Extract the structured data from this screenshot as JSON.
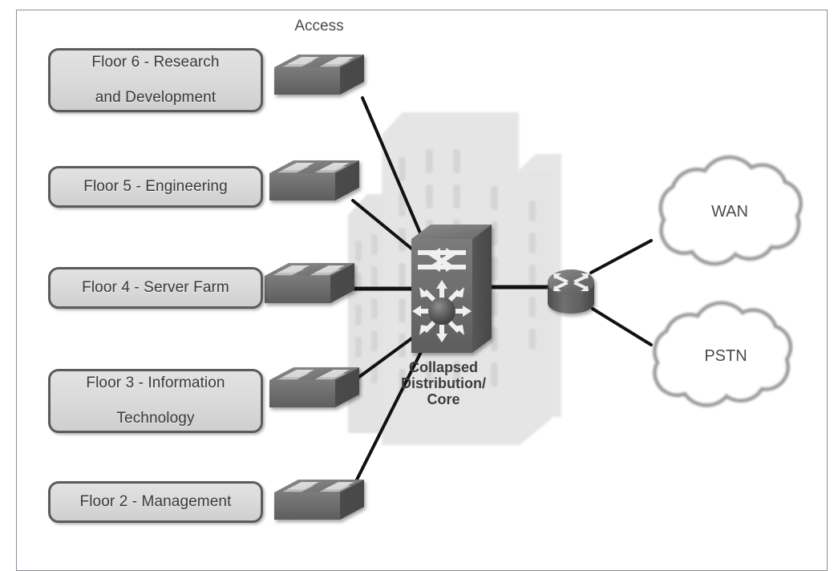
{
  "diagram": {
    "title": "Collapsed Distribution/Core campus network topology",
    "layer_label": "Access",
    "core": {
      "label_line1": "Collapsed",
      "label_line2": "Distribution/",
      "label_line3": "Core",
      "device": "multilayer-switch"
    },
    "router": {
      "device": "router"
    },
    "floors": [
      {
        "id": "floor6",
        "line1": "Floor 6 - Research",
        "line2": "and Development",
        "switch": "access-switch"
      },
      {
        "id": "floor5",
        "line1": "Floor 5 - Engineering",
        "line2": "",
        "switch": "access-switch"
      },
      {
        "id": "floor4",
        "line1": "Floor 4 - Server Farm",
        "line2": "",
        "switch": "access-switch"
      },
      {
        "id": "floor3",
        "line1": "Floor 3 - Information",
        "line2": "Technology",
        "switch": "access-switch"
      },
      {
        "id": "floor2",
        "line1": "Floor 2 - Management",
        "line2": "",
        "switch": "access-switch"
      }
    ],
    "clouds": [
      {
        "id": "wan",
        "label": "WAN"
      },
      {
        "id": "pstn",
        "label": "PSTN"
      }
    ],
    "colors": {
      "device_gray": "#6d6d6d",
      "device_dark": "#4f4f4f",
      "device_top": "#7d7d7d",
      "pill_fill": "#d9d9d9",
      "pill_border": "#5b5b5b",
      "link": "#111111",
      "building": "#e4e4e4",
      "cloud_outline": "#9a9a9a",
      "text": "#3f3f3f",
      "frame_border": "#8e8e93"
    }
  }
}
